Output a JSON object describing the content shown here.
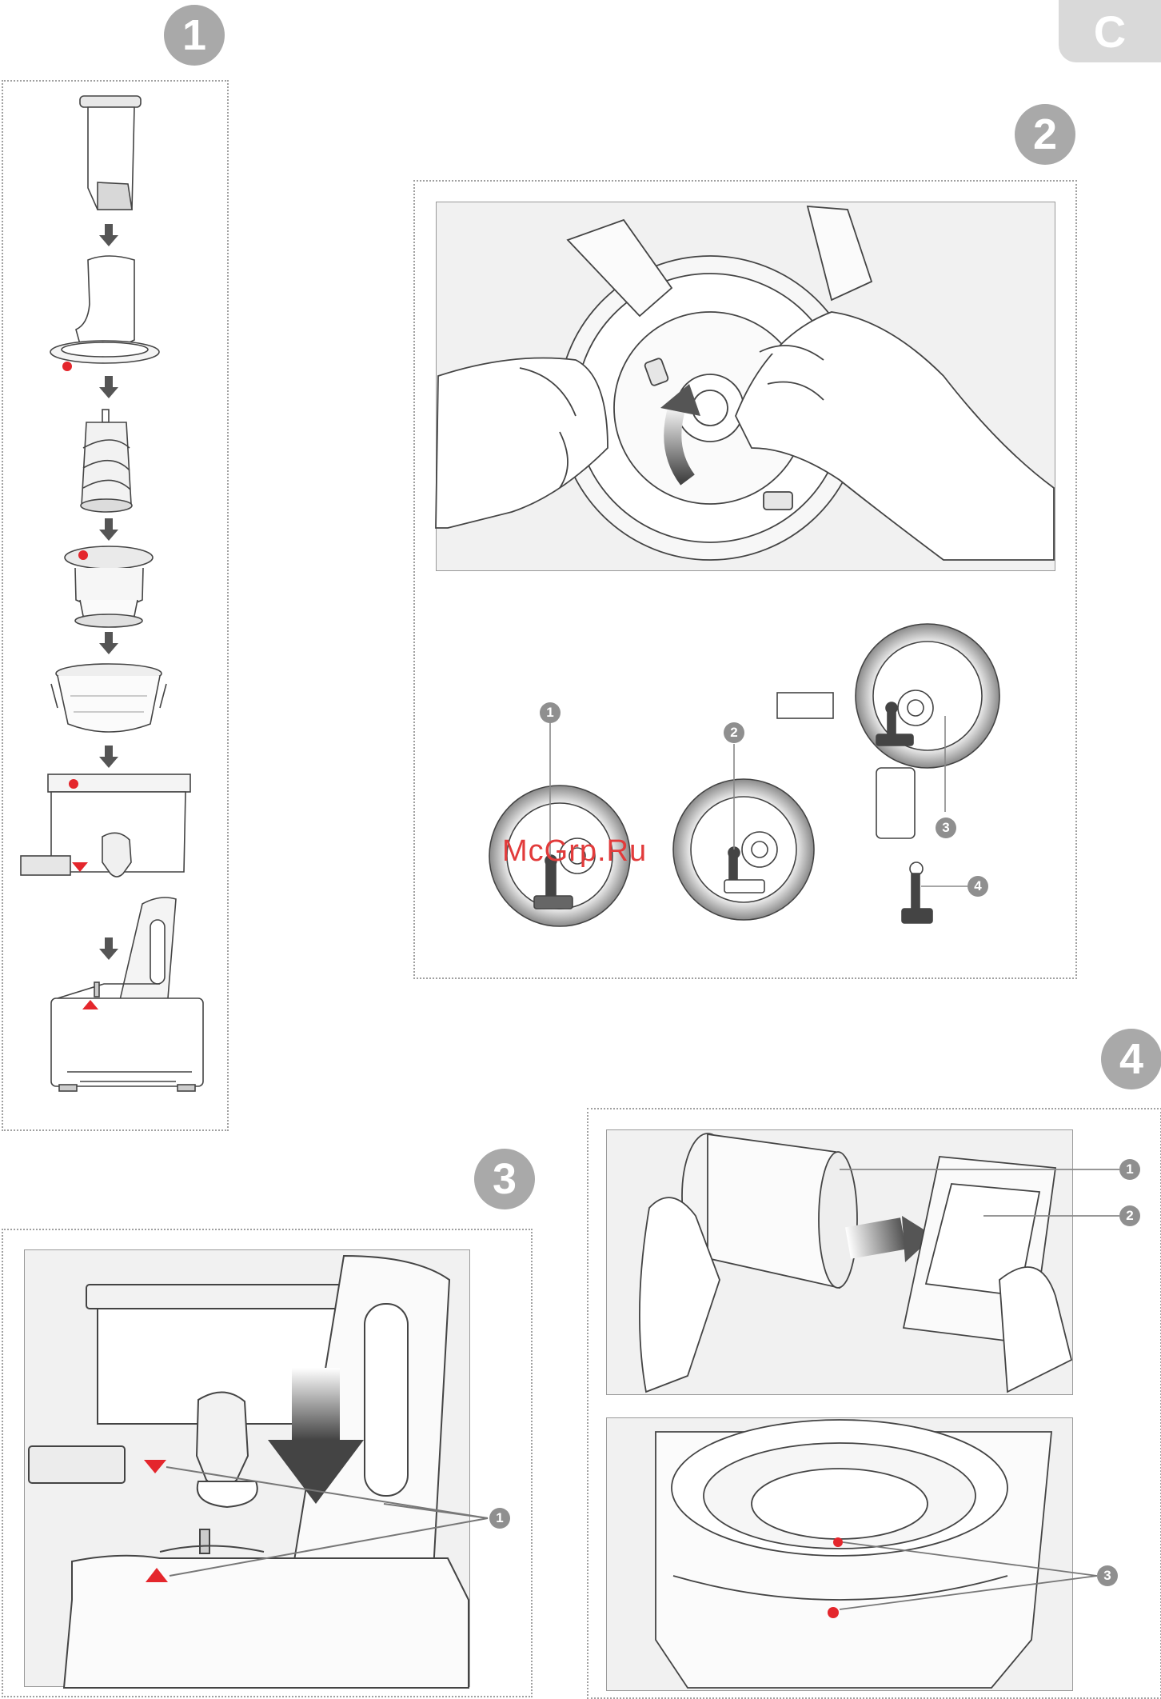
{
  "page": {
    "section_tab": "C",
    "watermark": "McGrp.Ru"
  },
  "steps": [
    {
      "number": "1"
    },
    {
      "number": "2"
    },
    {
      "number": "3"
    },
    {
      "number": "4"
    }
  ],
  "callouts": {
    "step2": [
      "1",
      "2",
      "3",
      "4"
    ],
    "step3": [
      "1"
    ],
    "step4": [
      "1",
      "2",
      "3"
    ]
  },
  "colors": {
    "marker_red": "#e4262c",
    "badge_grey": "#a9a9a9",
    "panel_border": "#a0a0a0",
    "frame_fill": "#f1f1f1"
  },
  "icons": {
    "down_arrow": "down-arrow-icon",
    "alignment_dot": "red-dot-icon",
    "alignment_triangle": "red-triangle-icon"
  }
}
